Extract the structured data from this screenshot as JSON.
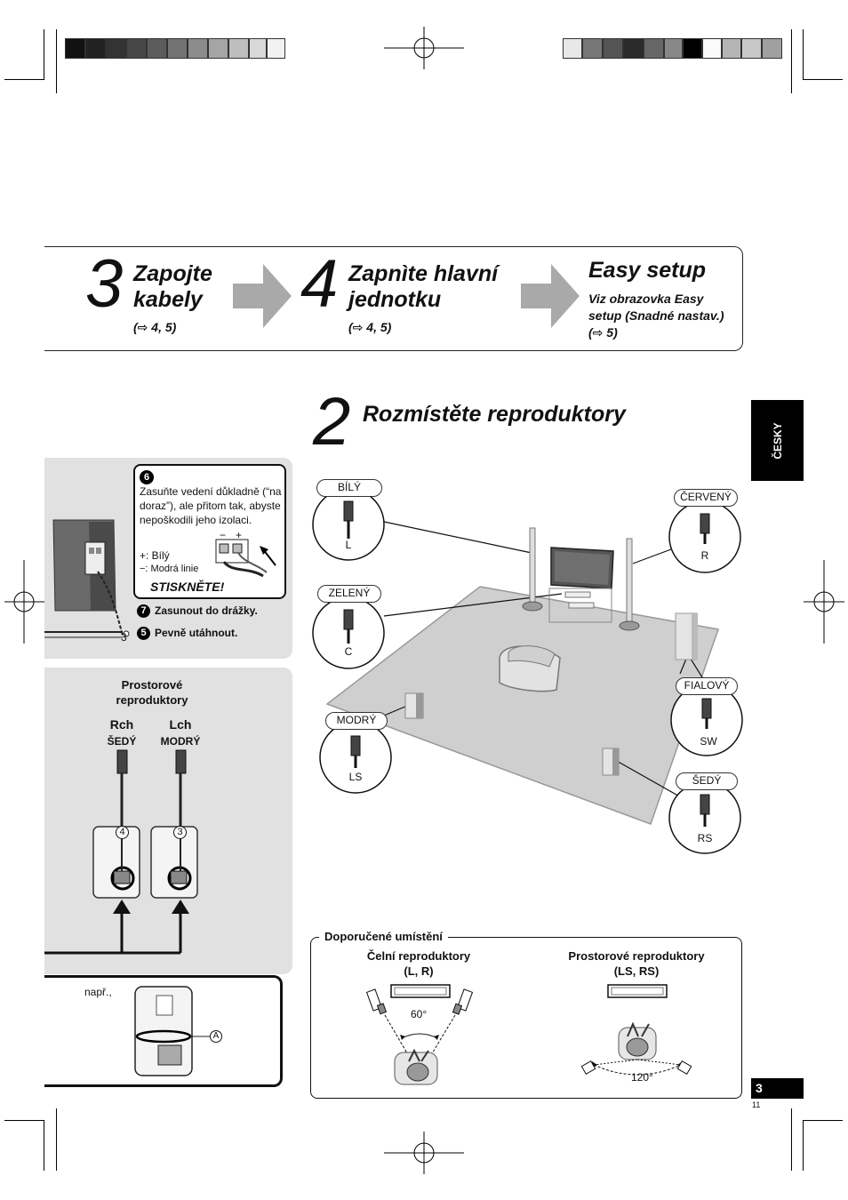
{
  "header": {
    "steps": [
      {
        "number": "3",
        "title": "Zapojte\nkabely",
        "ref": "(⇨ 4, 5)"
      },
      {
        "number": "4",
        "title": "Zapnìte hlavní\njednotku",
        "ref": "(⇨ 4, 5)"
      },
      {
        "title": "Easy setup",
        "text": "Viz obrazovka Easy setup (Snadné nastav.) (⇨ 5)"
      }
    ]
  },
  "language_tab": "ČESKY",
  "section": {
    "number": "2",
    "title": "Rozmístěte reproduktory"
  },
  "connection_panel": {
    "step6_label": "6",
    "step6_text": "Zasuňte vedení důkladně (“na doraz”), ale přitom tak, abyste nepoškodili jeho izolaci.",
    "plus_label": "+: Bílý",
    "minus_label": "−: Modrá linie",
    "terminal_minus": "−",
    "terminal_plus": "+",
    "press_label": "STISKNĚTE!",
    "step7_label": "7",
    "step7_text": "Zasunout do drážky.",
    "step5_label": "5",
    "step5_text": "Pevně utáhnout.",
    "screw_number": "3"
  },
  "surround_panel": {
    "title": "Prostorové\nreproduktory",
    "rch_label": "Rch",
    "rch_color": "ŠEDÝ",
    "lch_label": "Lch",
    "lch_color": "MODRÝ",
    "rch_number": "4",
    "lch_number": "3"
  },
  "example_panel": {
    "label": "např.,",
    "marker": "A"
  },
  "speakers": {
    "L": {
      "color_name": "BÍLÝ",
      "code": "L"
    },
    "R": {
      "color_name": "ČERVENÝ",
      "code": "R"
    },
    "C": {
      "color_name": "ZELENÝ",
      "code": "C"
    },
    "SW": {
      "color_name": "FIALOVÝ",
      "code": "SW"
    },
    "LS": {
      "color_name": "MODRÝ",
      "code": "LS"
    },
    "RS": {
      "color_name": "ŠEDÝ",
      "code": "RS"
    }
  },
  "recommended": {
    "title": "Doporučené umístění",
    "front_title": "Čelní reproduktory\n(L, R)",
    "front_angle": "60°",
    "surround_title": "Prostorové reproduktory\n(LS, RS)",
    "surround_angle": "120°"
  },
  "page": {
    "number": "3",
    "sub_number": "11"
  },
  "colors": {
    "accent": "#000000",
    "panel_gray": "#e1e1e1",
    "floor_gray": "#cfcfcf",
    "arrow_gray": "#a9a9a9"
  }
}
